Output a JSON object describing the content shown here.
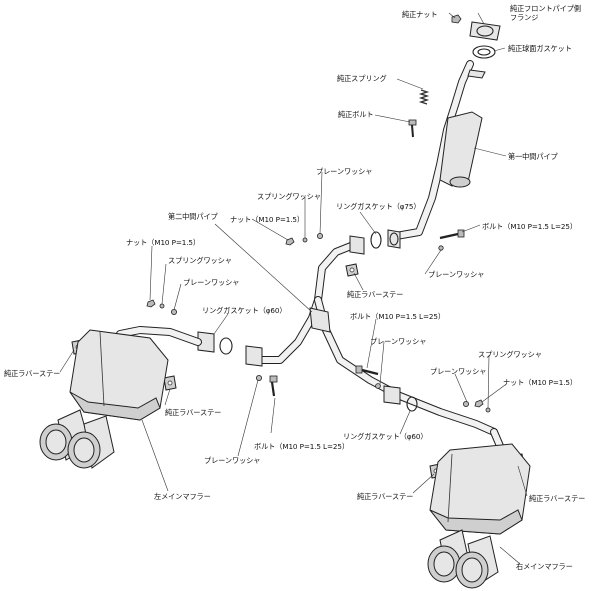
{
  "labels": {
    "genuine_nut": "純正ナット",
    "front_pipe_flange_1": "純正フロントパイプ側",
    "front_pipe_flange_2": "フランジ",
    "genuine_ball_gasket": "純正球面ガスケット",
    "genuine_spring": "純正スプリング",
    "genuine_bolt": "純正ボルト",
    "first_mid_pipe": "第一中間パイプ",
    "spring_washer_top": "スプリングワッシャ",
    "plain_washer_top": "プレーンワッシャ",
    "ring_gasket_75": "リングガスケット（φ75）",
    "nut_m10_top": "ナット（M10 P=1.5）",
    "second_mid_pipe": "第二中間パイプ",
    "bolt_m10_right": "ボルト（M10 P=1.5 L=25）",
    "plain_washer_right": "プレーンワッシャ",
    "genuine_rubber_stay_center": "純正ラバーステー",
    "nut_m10_left": "ナット（M10 P=1.5）",
    "spring_washer_left": "スプリングワッシャ",
    "plain_washer_left": "プレーンワッシャ",
    "ring_gasket_60_left": "リングガスケット（φ60）",
    "bolt_m10_center": "ボルト（M10 P=1.5 L=25）",
    "plain_washer_center": "プレーンワッシャ",
    "genuine_rubber_stay_left_outer": "純正ラバーステー",
    "genuine_rubber_stay_left_inner": "純正ラバーステー",
    "spring_washer_right": "スプリングワッシャ",
    "plain_washer_right2": "プレーンワッシャ",
    "nut_m10_right": "ナット（M10 P=1.5）",
    "ring_gasket_60_right": "リングガスケット（φ60）",
    "bolt_m10_lower_left": "ボルト（M10 P=1.5 L=25）",
    "plain_washer_lower_left": "プレーンワッシャ",
    "left_main_muffler": "左メインマフラー",
    "genuine_rubber_stay_right_inner": "純正ラバーステー",
    "genuine_rubber_stay_right_outer": "純正ラバーステー",
    "right_main_muffler": "右メインマフラー"
  }
}
